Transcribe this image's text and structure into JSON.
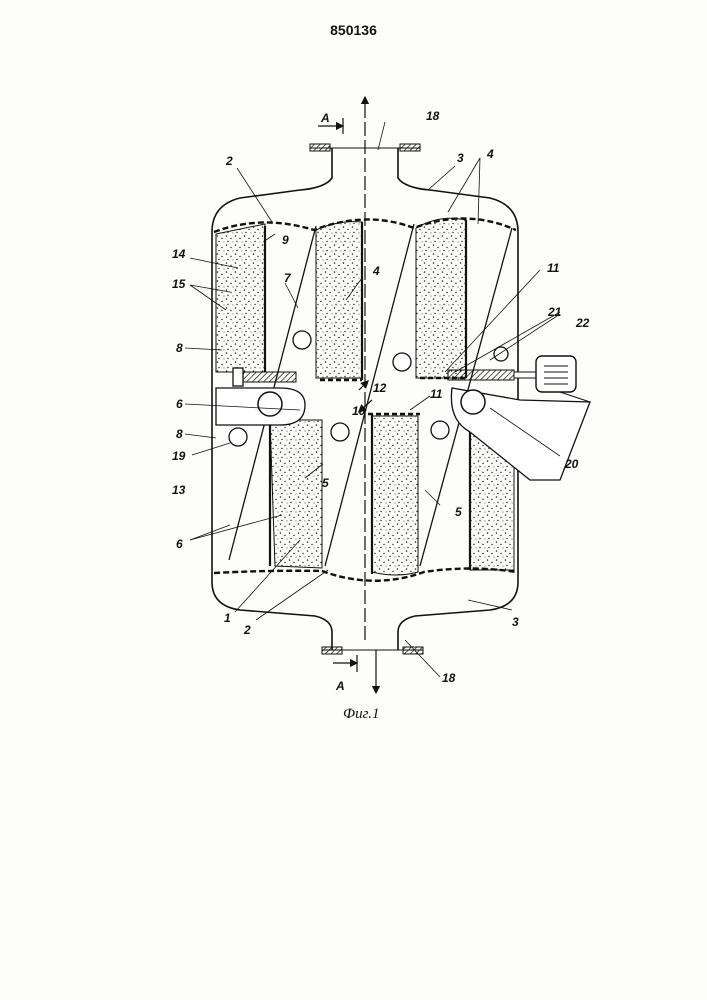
{
  "document": {
    "patent_number": "850136",
    "figure_caption": "Фиг.1"
  },
  "labels": {
    "l1": "1",
    "l2a": "2",
    "l2b": "2",
    "l3a": "3",
    "l3b": "3",
    "l4a": "4",
    "l4b": "4",
    "l5a": "5",
    "l5b": "5",
    "l6a": "6",
    "l6b": "6",
    "l7": "7",
    "l8a": "8",
    "l8b": "8",
    "l9": "9",
    "l10": "10",
    "l11a": "11",
    "l11b": "11",
    "l12": "12",
    "l13": "13",
    "l14": "14",
    "l15": "15",
    "l18a": "18",
    "l18b": "18",
    "l19": "19",
    "l20": "20",
    "l21": "21",
    "l22": "22",
    "sectionA_top": "А",
    "sectionA_bot": "А"
  }
}
